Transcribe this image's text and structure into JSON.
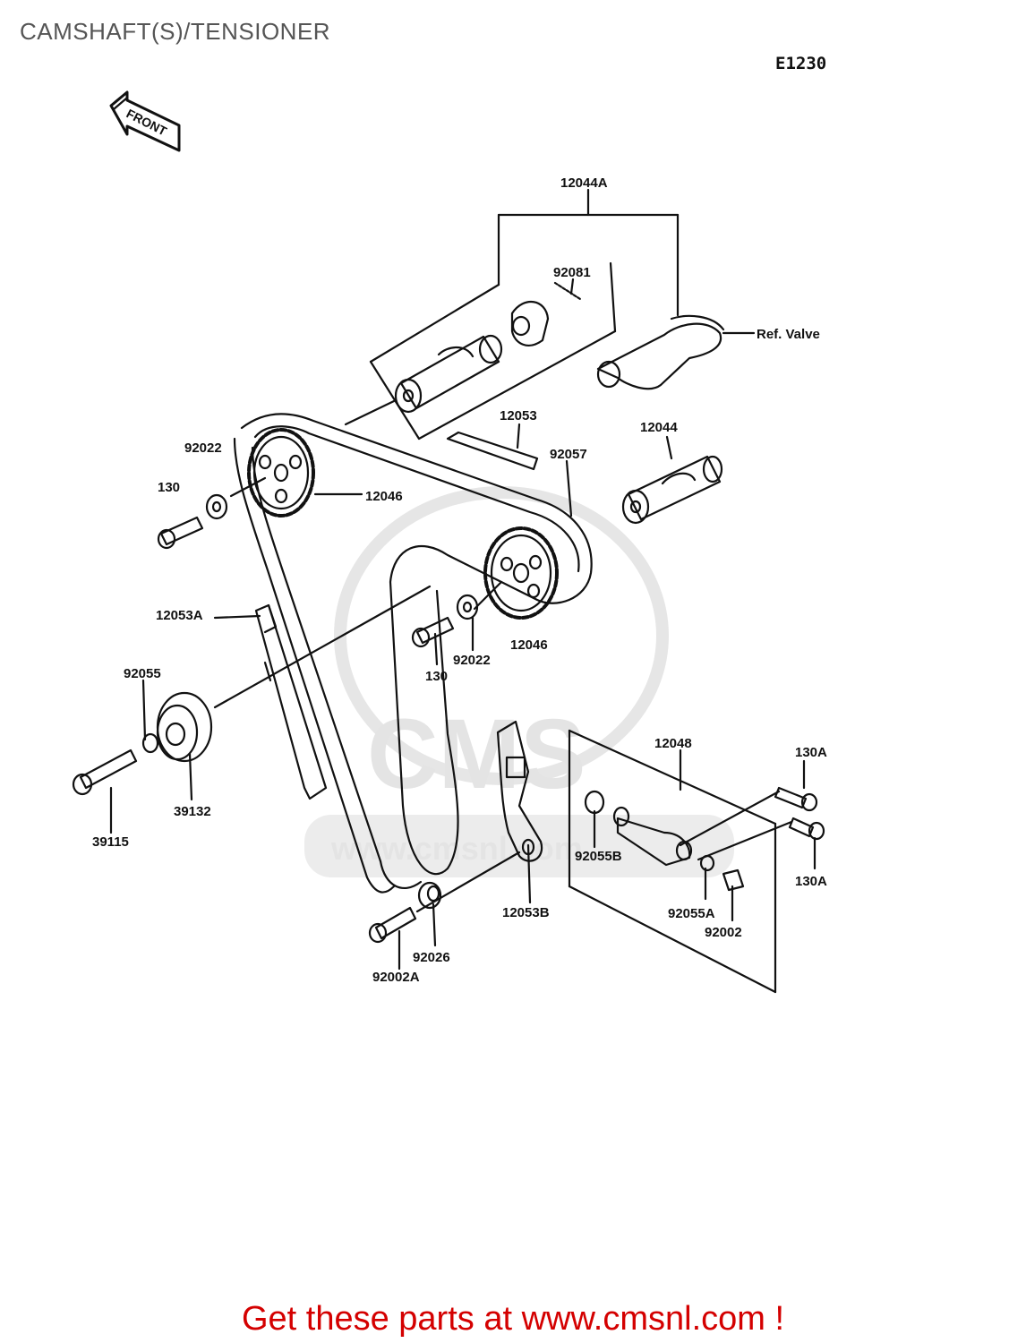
{
  "page": {
    "title": "CAMSHAFT(S)/TENSIONER",
    "diagram_code": "E1230",
    "footer": "Get these parts at www.cmsnl.com !"
  },
  "watermark": {
    "brand": "CMS",
    "url": "www.cmsnl.com"
  },
  "diagram": {
    "front_arrow": "FRONT",
    "labels": {
      "l_12044A": "12044A",
      "l_92081": "92081",
      "l_ref_valve": "Ref. Valve",
      "l_12053": "12053",
      "l_12044": "12044",
      "l_92057": "92057",
      "l_92022_top": "92022",
      "l_130_top": "130",
      "l_12046_top": "12046",
      "l_12053A": "12053A",
      "l_92022_mid": "92022",
      "l_130_mid": "130",
      "l_12046_mid": "12046",
      "l_92055": "92055",
      "l_39132": "39132",
      "l_39115": "39115",
      "l_12048": "12048",
      "l_130A_top": "130A",
      "l_130A_bot": "130A",
      "l_92055B": "92055B",
      "l_92055A": "92055A",
      "l_92002": "92002",
      "l_12053B": "12053B",
      "l_92026": "92026",
      "l_92002A": "92002A"
    }
  },
  "colors": {
    "line": "#111111",
    "footer_text": "#d40000",
    "title_text": "#555555",
    "watermark": "#e4e4e4"
  }
}
